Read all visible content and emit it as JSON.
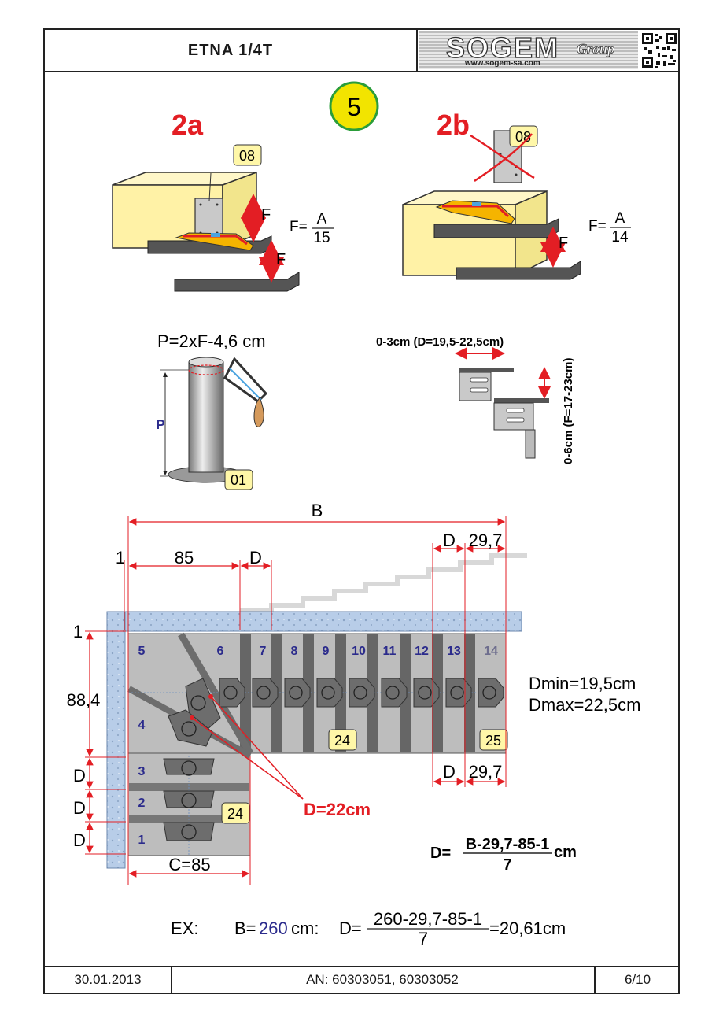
{
  "header": {
    "title": "ETNA 1/4T",
    "logo": {
      "brand": "SOGEM",
      "url": "www.sogem-sa.com",
      "group": "Group"
    }
  },
  "step": {
    "number": "5"
  },
  "section_2a": {
    "label": "2a",
    "part": "08",
    "f_label": "F",
    "formula_prefix": "F=",
    "numerator": "A",
    "denominator": "15"
  },
  "section_2b": {
    "label": "2b",
    "part": "08",
    "f_label": "F",
    "formula_prefix": "F=",
    "numerator": "A",
    "denominator": "14"
  },
  "post": {
    "formula": "P=2xF-4,6 cm",
    "p_label": "P",
    "part": "01"
  },
  "adjust": {
    "horizontal": "0-3cm (D=19,5-22,5cm)",
    "vertical": "0-6cm (F=17-23cm)"
  },
  "plan": {
    "b_label": "B",
    "dim_1_top": "1",
    "dim_85": "85",
    "dim_d_top": "D",
    "dim_d_right": "D",
    "dim_29_7_top": "29,7",
    "dim_1_left": "1",
    "dim_88_4": "88,4",
    "dim_d_left": [
      "D",
      "D",
      "D"
    ],
    "dim_c": "C=85",
    "dim_d_bottom": "D",
    "dim_29_7_bottom": "29,7",
    "steps_upper": [
      "5",
      "6",
      "7",
      "8",
      "9",
      "10",
      "11",
      "12",
      "13",
      "14"
    ],
    "steps_lower": [
      "4",
      "3",
      "2",
      "1"
    ],
    "part_24_a": "24",
    "part_24_b": "24",
    "part_25": "25",
    "d_note": "D=22cm",
    "dmin": "Dmin=19,5cm",
    "dmax": "Dmax=22,5cm",
    "d_formula": {
      "prefix": "D=",
      "numerator": "B-29,7-85-1",
      "unit": "cm",
      "denominator": "7"
    }
  },
  "example": {
    "ex": "EX:",
    "b_prefix": "B=",
    "b_value": "260",
    "b_unit": "cm:",
    "d_prefix": "D=",
    "numerator": "260-29,7-85-1",
    "denominator": "7",
    "result": "=20,61cm"
  },
  "footer": {
    "date": "30.01.2013",
    "article": "AN: 60303051, 60303052",
    "page": "6/10"
  },
  "colors": {
    "red": "#e31e24",
    "yellow_label": "#fff7a8",
    "wall": "#b8cde8",
    "step_gray": "#bdbdbd",
    "number_blue": "#2b2b8c",
    "badge": "#f2e400"
  }
}
